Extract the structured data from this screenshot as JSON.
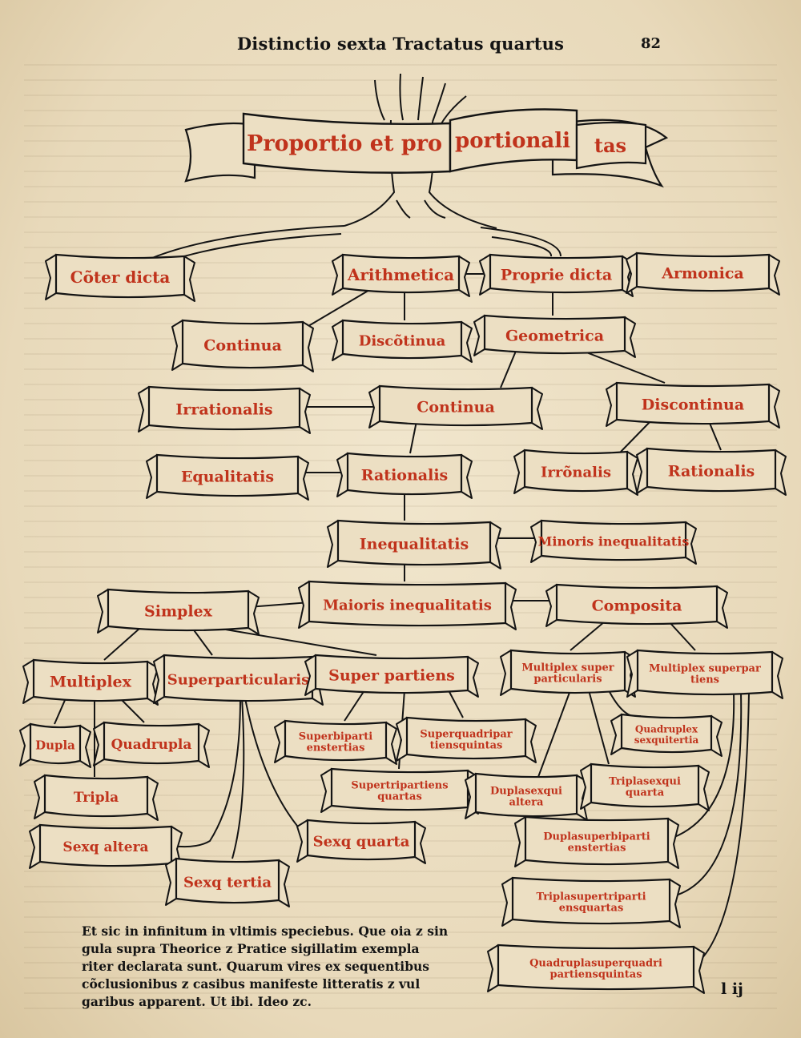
{
  "header": {
    "running_title": "Distinctio sexta Tractatus quartus",
    "folio": "82",
    "signature": "l ij"
  },
  "diagram": {
    "title_parts": [
      "Proportio et pro",
      "portionali",
      "tas"
    ],
    "nodes": [
      {
        "id": "conter",
        "lines": [
          "Cõter dicta"
        ]
      },
      {
        "id": "arithmetica",
        "lines": [
          "Arithmetica"
        ]
      },
      {
        "id": "proprie",
        "lines": [
          "Proprie dicta"
        ]
      },
      {
        "id": "armonica",
        "lines": [
          "Armonica"
        ]
      },
      {
        "id": "continua_ar",
        "lines": [
          "Continua"
        ]
      },
      {
        "id": "discontinua_ar",
        "lines": [
          "Discõtinua"
        ]
      },
      {
        "id": "geometrica",
        "lines": [
          "Geometrica"
        ]
      },
      {
        "id": "irrationalis1",
        "lines": [
          "Irrationalis"
        ]
      },
      {
        "id": "continua_g",
        "lines": [
          "Continua"
        ]
      },
      {
        "id": "discontinua_g",
        "lines": [
          "Discontinua"
        ]
      },
      {
        "id": "equalitatis",
        "lines": [
          "Equalitatis"
        ]
      },
      {
        "id": "rationalis1",
        "lines": [
          "Rationalis"
        ]
      },
      {
        "id": "irronalis",
        "lines": [
          "Irrõnalis"
        ]
      },
      {
        "id": "rationalis2",
        "lines": [
          "Rationalis"
        ]
      },
      {
        "id": "inequalitatis",
        "lines": [
          "Inequalitatis"
        ]
      },
      {
        "id": "minoris",
        "lines": [
          "Minoris inequalitatis"
        ]
      },
      {
        "id": "maioris",
        "lines": [
          "Maioris inequalitatis"
        ]
      },
      {
        "id": "simplex",
        "lines": [
          "Simplex"
        ]
      },
      {
        "id": "composita",
        "lines": [
          "Composita"
        ]
      },
      {
        "id": "multiplex",
        "lines": [
          "Multiplex"
        ]
      },
      {
        "id": "superparticularis",
        "lines": [
          "Superparticularis"
        ]
      },
      {
        "id": "superpartiens",
        "lines": [
          "Super partiens"
        ]
      },
      {
        "id": "multiplex_superparticularis",
        "lines": [
          "Multiplex super",
          "particularis"
        ]
      },
      {
        "id": "multiplex_superpartiens",
        "lines": [
          "Multiplex superpar",
          "tiens"
        ]
      },
      {
        "id": "dupla",
        "lines": [
          "Dupla"
        ]
      },
      {
        "id": "quadrupla",
        "lines": [
          "Quadrupla"
        ]
      },
      {
        "id": "tripla",
        "lines": [
          "Tripla"
        ]
      },
      {
        "id": "sexq_altera",
        "lines": [
          "Sexq altera"
        ]
      },
      {
        "id": "sexq_tertia",
        "lines": [
          "Sexq tertia"
        ]
      },
      {
        "id": "sexq_quarta",
        "lines": [
          "Sexq quarta"
        ]
      },
      {
        "id": "superbipartiens",
        "lines": [
          "Superbiparti",
          "enstertias"
        ]
      },
      {
        "id": "superquadripartiens",
        "lines": [
          "Superquadripar",
          "tiensquintas"
        ]
      },
      {
        "id": "supertripartiens",
        "lines": [
          "Supertripartiens",
          "quartas"
        ]
      },
      {
        "id": "dupla_sesquialtera",
        "lines": [
          "Duplasexqui",
          "altera"
        ]
      },
      {
        "id": "tripla_sesquiquarta",
        "lines": [
          "Triplasexqui",
          "quarta"
        ]
      },
      {
        "id": "quadrupla_sesquitertia",
        "lines": [
          "Quadruplex",
          "sexquitertia"
        ]
      },
      {
        "id": "dupla_superbipartiens",
        "lines": [
          "Duplasuperbiparti",
          "enstertias"
        ]
      },
      {
        "id": "tripla_supertripartiens",
        "lines": [
          "Triplasupertriparti",
          "ensquartas"
        ]
      },
      {
        "id": "quadrupla_superquadripartiens",
        "lines": [
          "Quadruplasuperquadri",
          "partiensquintas"
        ]
      }
    ]
  },
  "closing_text": [
    "Et sic in infinitum in vltimis speciebus. Que oia z sin",
    "gula supra Theorice z Pratice sigillatim exempla",
    "riter declarata sunt. Quarum vires ex sequentibus",
    "cõclusionibus z casibus manifeste litteratis z vul",
    "garibus apparent. Ut ibi. Ideo zc."
  ],
  "colors": {
    "ink": "#141414",
    "rubric": "#c0331c",
    "paper": "#ecdfc3"
  }
}
